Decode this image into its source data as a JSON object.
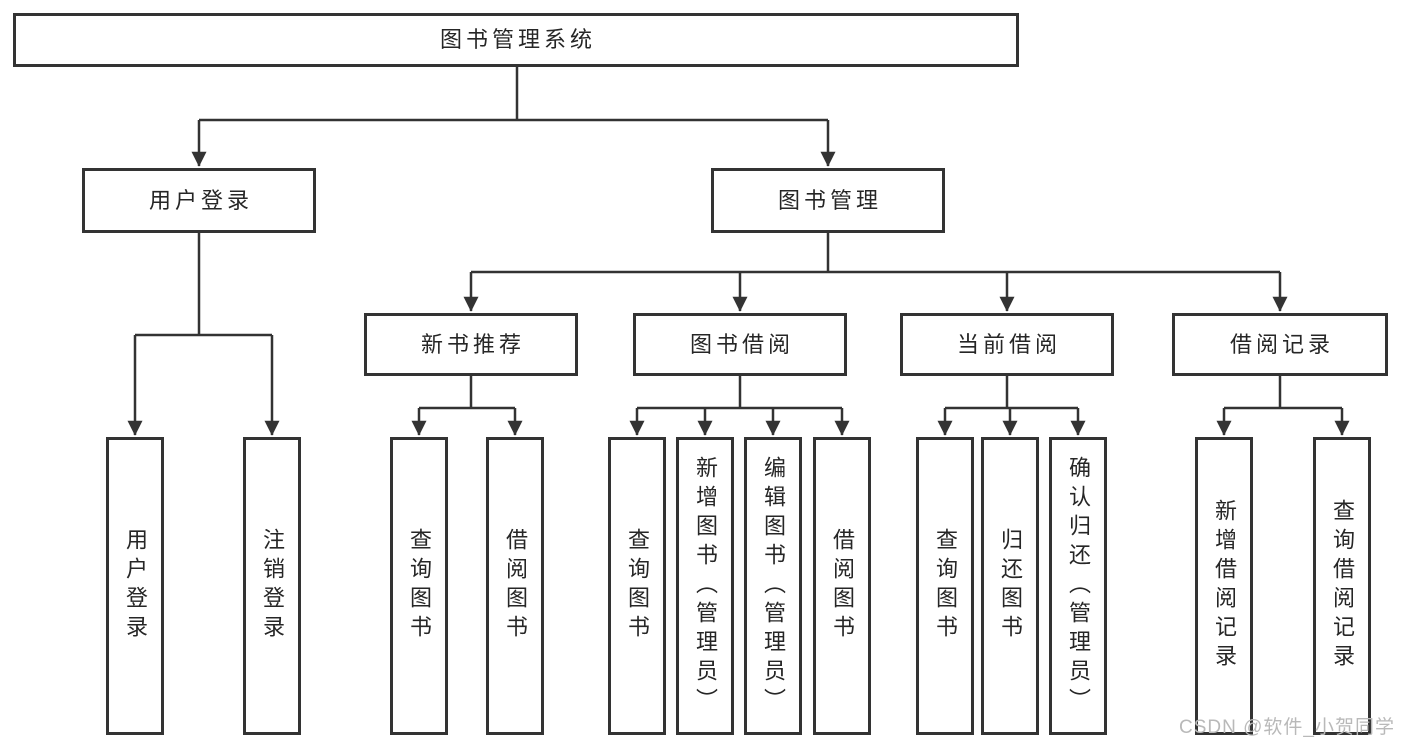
{
  "tree": {
    "root": {
      "label": "图书管理系统"
    },
    "level2": [
      {
        "label": "用户登录",
        "children": [
          {
            "label": "用户登录"
          },
          {
            "label": "注销登录"
          }
        ]
      },
      {
        "label": "图书管理",
        "children": [
          {
            "label": "新书推荐",
            "children": [
              {
                "label": "查询图书"
              },
              {
                "label": "借阅图书"
              }
            ]
          },
          {
            "label": "图书借阅",
            "children": [
              {
                "label": "查询图书"
              },
              {
                "label": "新增图书（管理员）"
              },
              {
                "label": "编辑图书（管理员）"
              },
              {
                "label": "借阅图书"
              }
            ]
          },
          {
            "label": "当前借阅",
            "children": [
              {
                "label": "查询图书"
              },
              {
                "label": "归还图书"
              },
              {
                "label": "确认归还（管理员）"
              }
            ]
          },
          {
            "label": "借阅记录",
            "children": [
              {
                "label": "新增借阅记录"
              },
              {
                "label": "查询借阅记录"
              }
            ]
          }
        ]
      }
    ]
  },
  "watermark": "CSDN @软件_小贺同学",
  "colors": {
    "line": "#333333",
    "text": "#262626",
    "box_background": "#ffffff",
    "watermark_text": "#b9b9b9"
  }
}
